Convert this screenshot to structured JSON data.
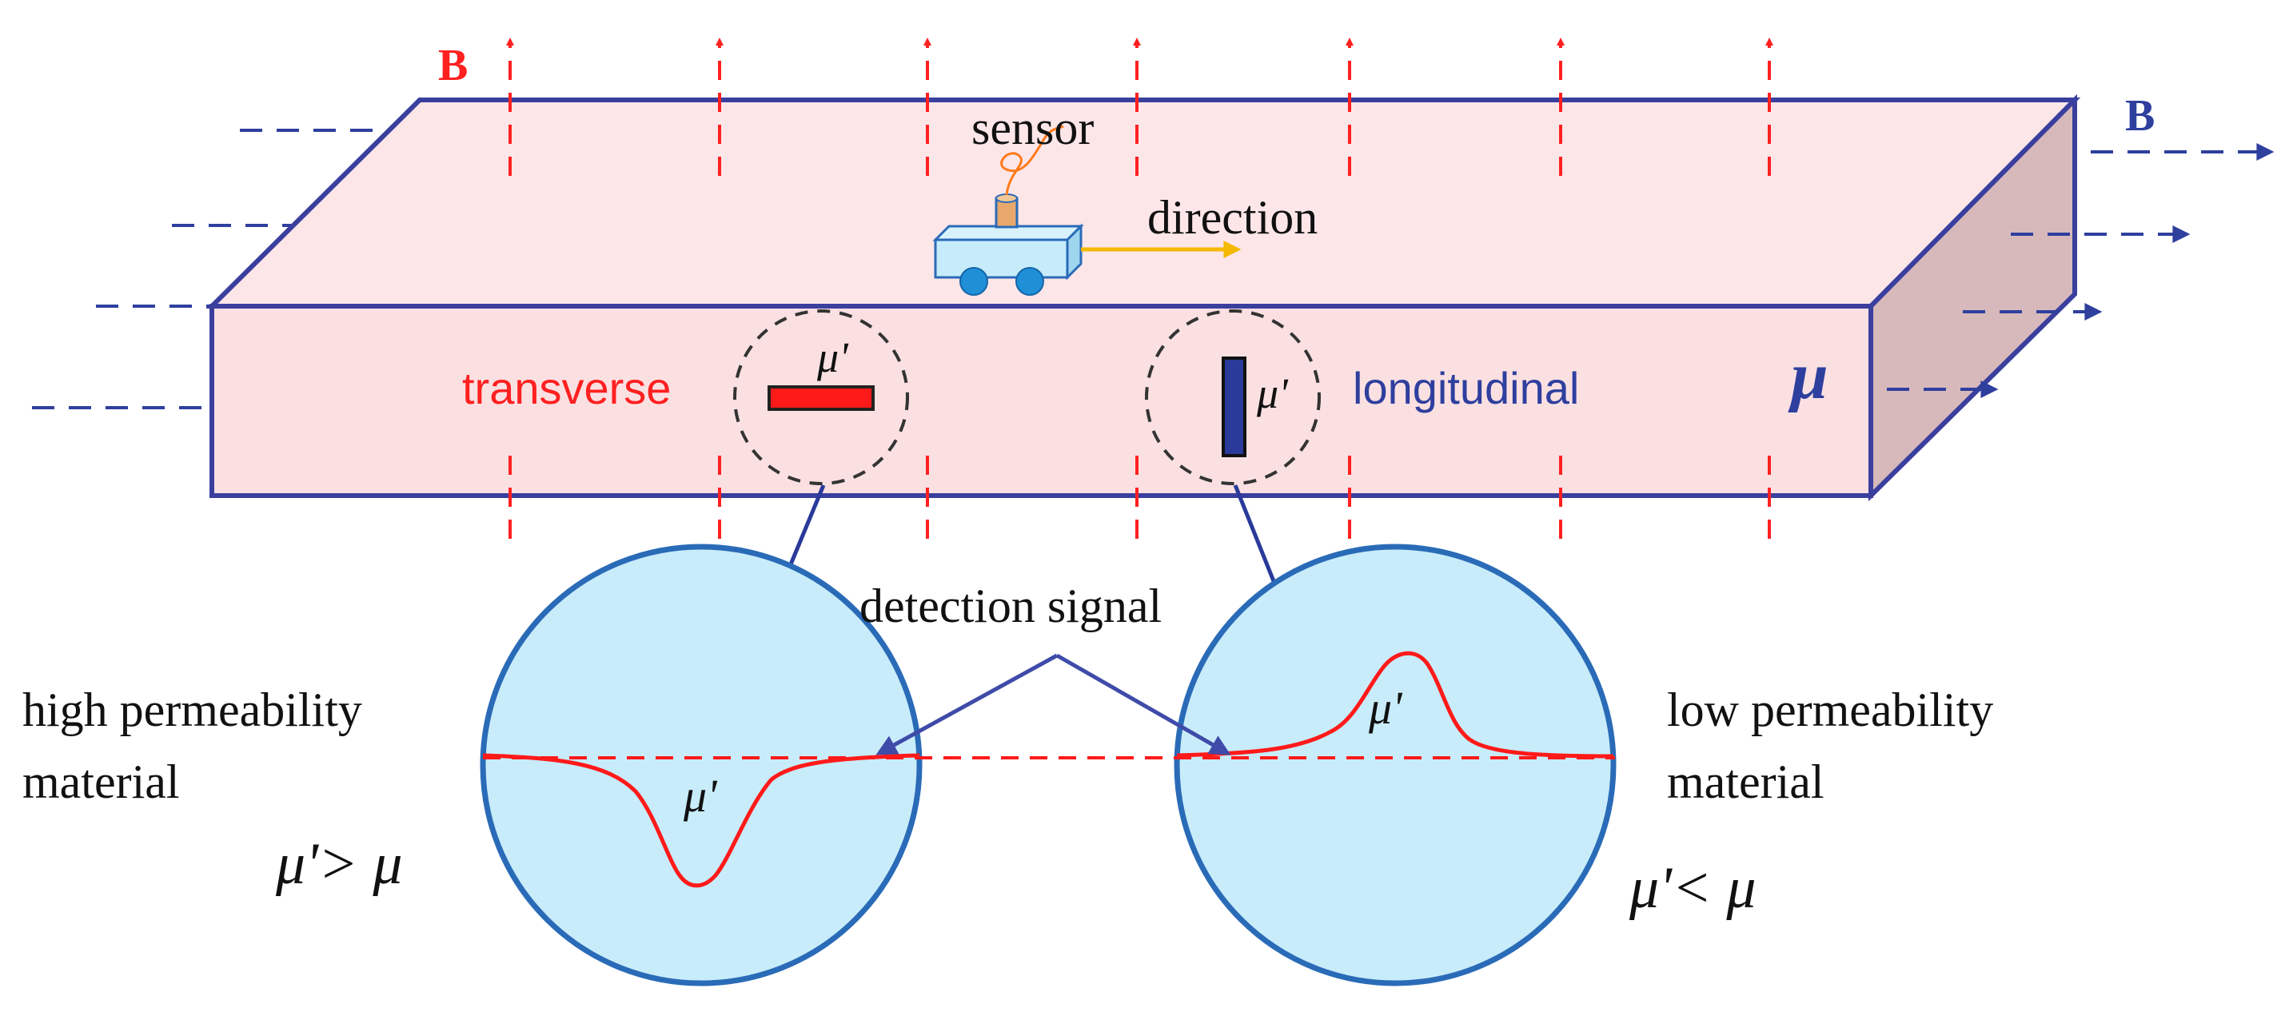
{
  "labels": {
    "b_vertical": "B",
    "b_horizontal": "B",
    "sensor": "sensor",
    "direction": "direction",
    "transverse": "transverse",
    "longitudinal": "longitudinal",
    "mu_plate": "μ",
    "mu_prime_transverse": "μ'",
    "mu_prime_longitudinal": "μ'",
    "detection_signal": "detection signal",
    "high_perm_line1": "high permeability",
    "high_perm_line2": "material",
    "low_perm_line1": "low permeability",
    "low_perm_line2": "material",
    "mu_prime_dip": "μ'",
    "mu_prime_peak": "μ'",
    "relation_high": "μ'> μ",
    "relation_low": "μ'< μ"
  },
  "colors": {
    "field_vertical": "#ff2020",
    "field_horizontal": "#2e3f9e",
    "plate_top": "#fde6e8",
    "plate_front": "#fbe0e2",
    "plate_side": "#d7b9bb",
    "plate_edge": "#3a3f9e",
    "transverse_defect": "#ff1a1a",
    "longitudinal_defect": "#2a3a9a",
    "signal_curve": "#ff1a1a",
    "magnifier_fill": "#c8ecfa",
    "magnifier_edge": "#2a6bb8",
    "direction_arrow": "#f5b800",
    "cart_body": "#c6ecfb",
    "cart_wheel": "#1f8fd6",
    "sensor_cylinder": "#e8a86b",
    "label_red": "#ff2020",
    "label_blue": "#2e3f9e"
  },
  "icons": [
    "sensor-cart-icon",
    "direction-arrow-icon",
    "magnifier-icon"
  ]
}
